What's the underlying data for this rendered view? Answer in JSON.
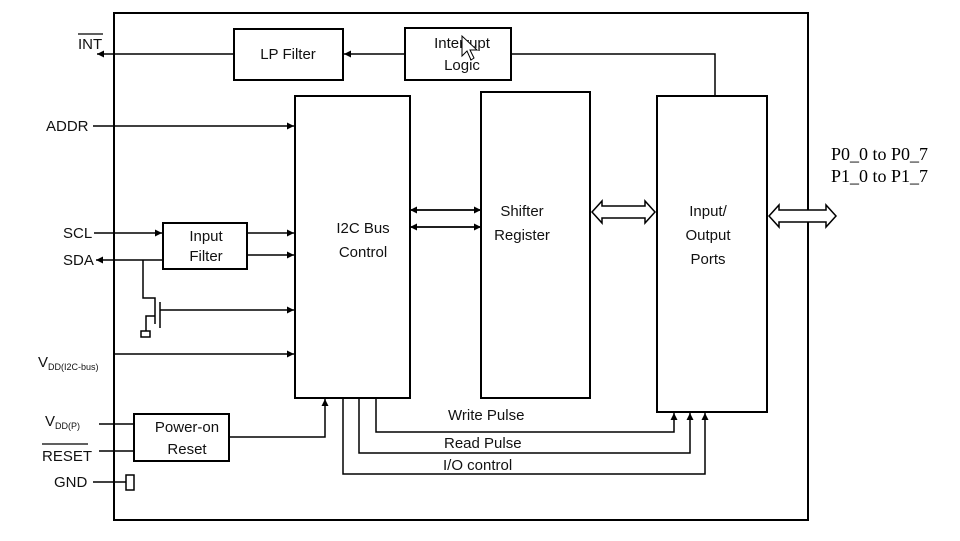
{
  "blocks": {
    "lp_filter": "LP Filter",
    "interrupt_logic": [
      "Interrupt",
      "Logic"
    ],
    "i2c_bus_control": [
      "I2C Bus",
      "Control"
    ],
    "shifter_register": [
      "Shifter",
      "Register"
    ],
    "io_ports": [
      "Input/",
      "Output",
      "Ports"
    ],
    "input_filter": [
      "Input",
      "Filter"
    ],
    "power_on_reset": [
      "Power-on",
      "Reset"
    ]
  },
  "pins": {
    "int": "INT",
    "addr": "ADDR",
    "scl": "SCL",
    "sda": "SDA",
    "vdd_i2c": "V",
    "vdd_i2c_sub": "DD(I2C-bus)",
    "vdd_p": "V",
    "vdd_p_sub": "DD(P)",
    "reset": "RESET",
    "gnd": "GND"
  },
  "signals": {
    "write_pulse": "Write Pulse",
    "read_pulse": "Read Pulse",
    "io_control": "I/O control"
  },
  "ports": [
    "P0_0 to P0_7",
    "P1_0 to P1_7"
  ]
}
